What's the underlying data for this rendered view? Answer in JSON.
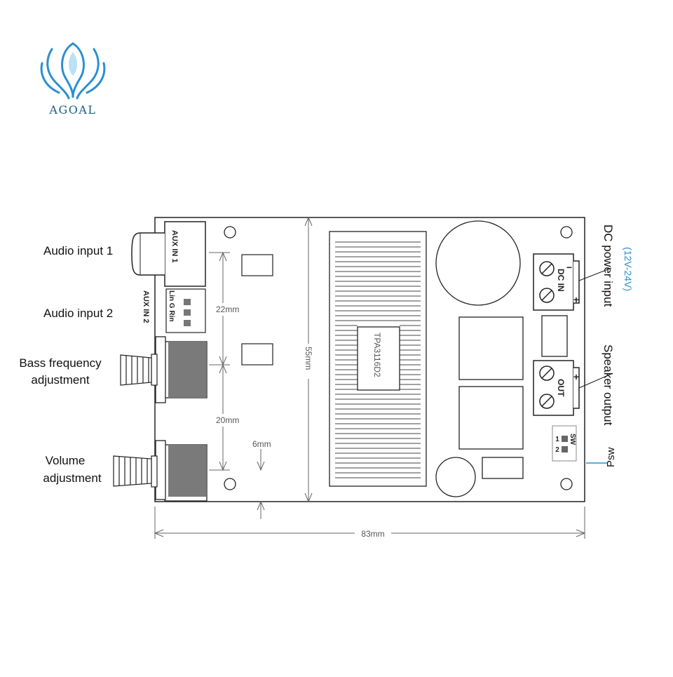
{
  "brand": {
    "name": "AGOAL",
    "accent": "#1a5e86",
    "highlight": "#2a8fd0"
  },
  "labels": {
    "audio_input_1": "Audio input 1",
    "audio_input_2": "Audio input 2",
    "bass_line1": "Bass frequency",
    "bass_line2": "adjustment",
    "volume_line1": "Volume",
    "volume_line2": "adjustment",
    "dc_power_input": "DC power input",
    "voltage_range": "(12V-24V)",
    "speaker_output": "Speaker output",
    "psw": "Psw"
  },
  "board": {
    "aux_in_1": "AUX IN 1",
    "aux_in_2": "AUX IN 2",
    "aux2_pins": "Lin G Rin",
    "chip": "TPA3116D2",
    "dc_in": "DC IN",
    "out": "OUT",
    "plus": "+",
    "minus": "−",
    "sw_label": "SW",
    "sw_pin1": "1",
    "sw_pin2": "2"
  },
  "dimensions": {
    "spacing_top": "22mm",
    "spacing_bottom": "20mm",
    "edge_offset": "6mm",
    "height": "55mm",
    "width": "83mm"
  }
}
